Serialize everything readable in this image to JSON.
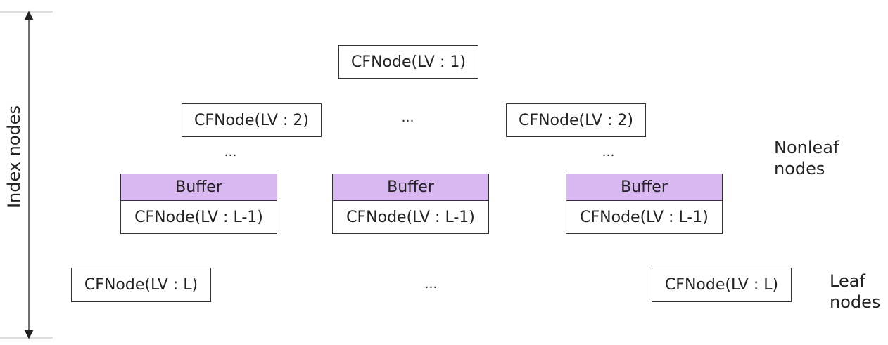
{
  "axis_label": "Index nodes",
  "root_node": "CFNode(LV : 1)",
  "level2_nodes": [
    "CFNode(LV : 2)",
    "CFNode(LV : 2)"
  ],
  "buffer_label": "Buffer",
  "level_l1_nodes": [
    "CFNode(LV : L-1)",
    "CFNode(LV : L-1)",
    "CFNode(LV : L-1)"
  ],
  "leaf_nodes": [
    "CFNode(LV : L)",
    "CFNode(LV : L)"
  ],
  "ellipsis": "…",
  "nonleaf_label": [
    "Nonleaf",
    "nodes"
  ],
  "leaf_label": [
    "Leaf",
    "nodes"
  ],
  "colors": {
    "buffer_fill": "#d9b8f2",
    "border": "#333333"
  }
}
